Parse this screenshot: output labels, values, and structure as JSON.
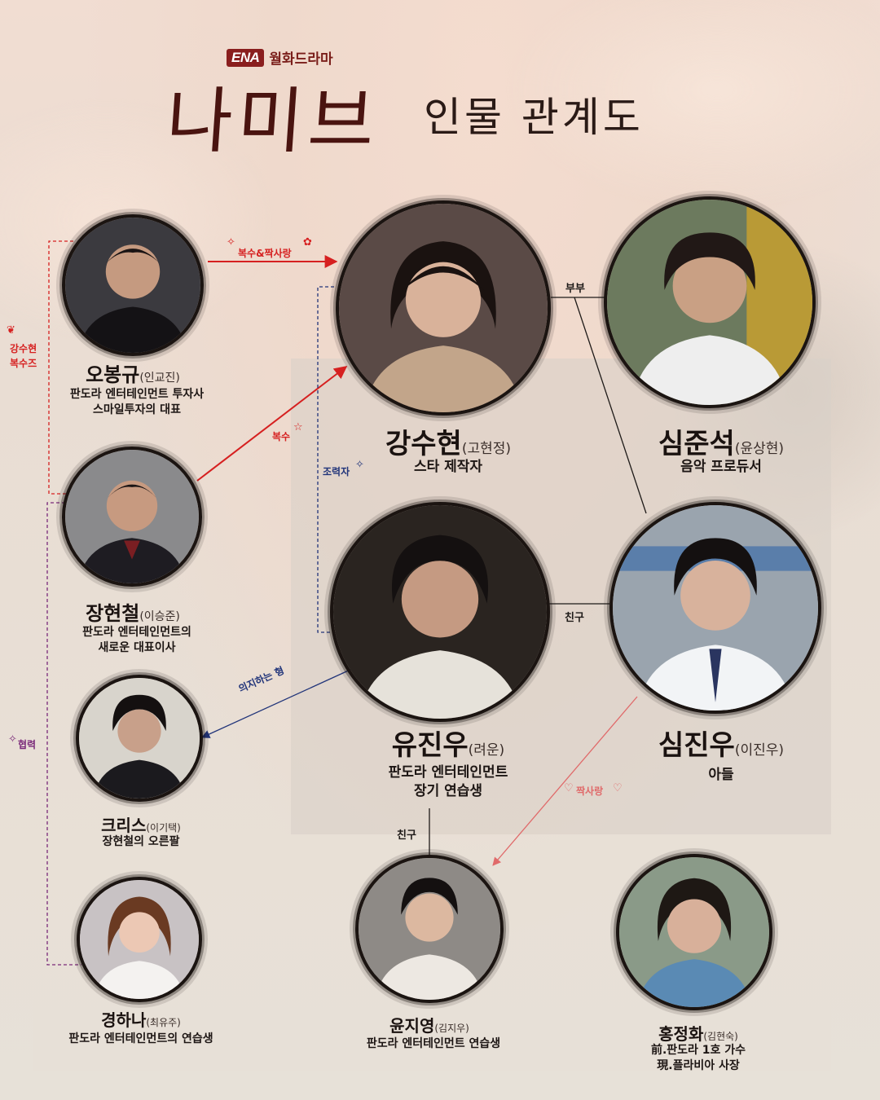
{
  "brand": {
    "logo": "ENA",
    "label": "월화드라마"
  },
  "title": {
    "main": "나미브",
    "sub": "인물 관계도"
  },
  "characters": [
    {
      "name": "오봉규",
      "actor": "(인교진)",
      "desc": [
        "판도라 엔터테인먼트 투자사",
        "스마일투자의 대표"
      ]
    },
    {
      "name": "강수현",
      "actor": "(고현정)",
      "desc": [
        "스타 제작자"
      ]
    },
    {
      "name": "심준석",
      "actor": "(윤상현)",
      "desc": [
        "음악 프로듀서"
      ]
    },
    {
      "name": "장현철",
      "actor": "(이승준)",
      "desc": [
        "판도라 엔터테인먼트의",
        "새로운 대표이사"
      ]
    },
    {
      "name": "유진우",
      "actor": "(려운)",
      "desc": [
        "판도라 엔터테인먼트",
        "장기 연습생"
      ]
    },
    {
      "name": "심진우",
      "actor": "(이진우)",
      "desc": [
        "아들"
      ]
    },
    {
      "name": "크리스",
      "actor": "(이기택)",
      "desc": [
        "장현철의 오른팔"
      ]
    },
    {
      "name": "경하나",
      "actor": "(최유주)",
      "desc": [
        "판도라 엔터테인먼트의 연습생"
      ]
    },
    {
      "name": "윤지영",
      "actor": "(김지우)",
      "desc": [
        "판도라 엔터테인먼트 연습생"
      ]
    },
    {
      "name": "홍정화",
      "actor": "(김현숙)",
      "desc": [
        "前.판도라 1호 가수",
        "現.플라비아 사장"
      ]
    }
  ],
  "relations": {
    "revenge_love": "복수&짝사랑",
    "couple": "부부",
    "revenge": "복수",
    "helper": "조력자",
    "fan_line1": "강수현",
    "fan_line2": "복수즈",
    "friend_1": "친구",
    "dependent_brother": "의지하는 형",
    "cooperation": "협력",
    "crush": "짝사랑",
    "friend_2": "친구"
  },
  "colors": {
    "red": "#d62020",
    "navy": "#22357a",
    "purple": "#7a2a7a",
    "black": "#1e1a18",
    "pink": "#e06a6a",
    "title": "#4a1410"
  }
}
